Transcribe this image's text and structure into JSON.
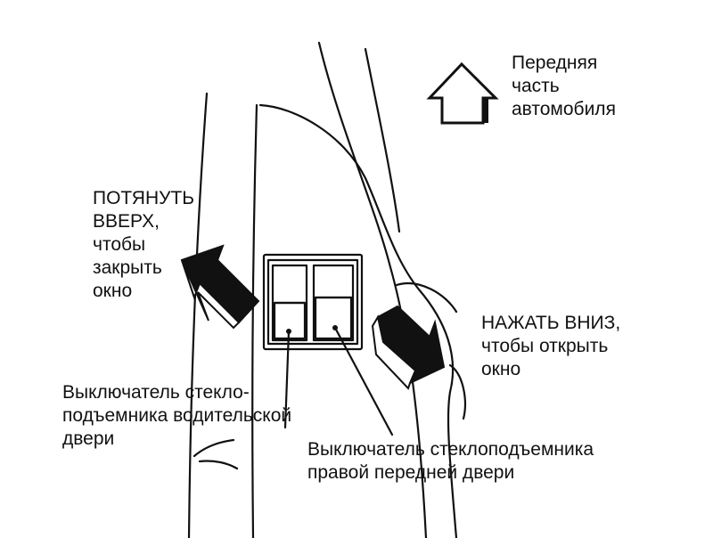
{
  "labels": {
    "front": [
      "Передняя",
      "часть",
      "автомобиля"
    ],
    "pull_up": [
      "ПОТЯНУТЬ",
      "ВВЕРХ,",
      "чтобы",
      "закрыть",
      "окно"
    ],
    "push_down": [
      "НАЖАТЬ ВНИЗ,",
      "чтобы открыть",
      "окно"
    ],
    "driver_switch": [
      "Выключатель стекло-",
      "подъемника водительской",
      "двери"
    ],
    "passenger_switch": [
      "Выключатель стеклоподъемника",
      "правой передней двери"
    ]
  },
  "colors": {
    "ink": "#111111",
    "paper": "#ffffff"
  },
  "icons": {
    "front_arrow": "up-arrow-icon",
    "pull_arrow": "up-left-arrow-icon",
    "push_arrow": "down-right-arrow-icon"
  }
}
